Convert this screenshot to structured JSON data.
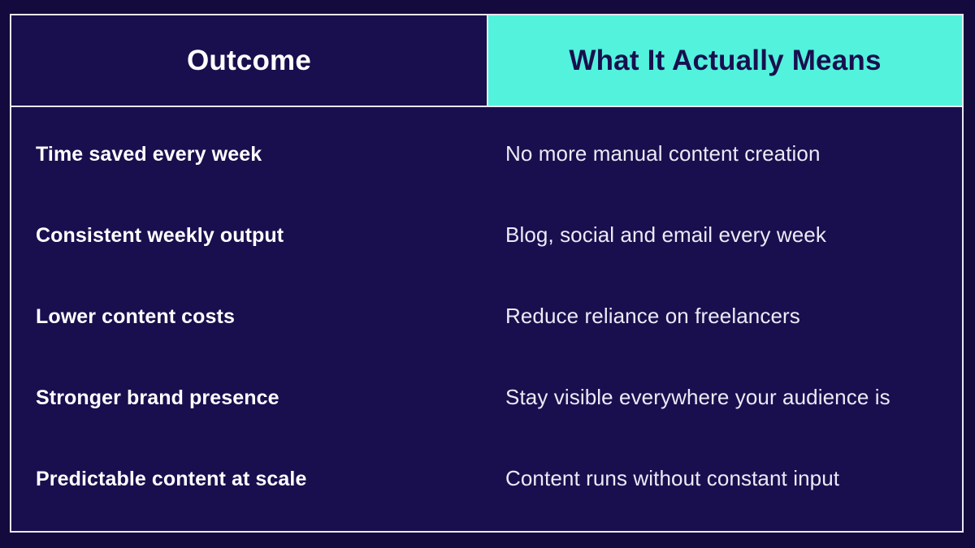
{
  "slide": {
    "background_color": "#150a3d",
    "table_border_color": "#e8e8f2",
    "accent_color": "#52f2dd",
    "panel_color": "#190f4e",
    "text_color": "#ffffff"
  },
  "table": {
    "headers": [
      {
        "label": "Outcome",
        "style": "dark"
      },
      {
        "label": "What It Actually Means",
        "style": "accent"
      }
    ],
    "rows": [
      {
        "outcome": "Time saved every week",
        "meaning": "No more manual content creation"
      },
      {
        "outcome": "Consistent weekly output",
        "meaning": "Blog, social and email every week"
      },
      {
        "outcome": "Lower content costs",
        "meaning": "Reduce reliance on freelancers"
      },
      {
        "outcome": "Stronger brand presence",
        "meaning": "Stay visible everywhere your audience is"
      },
      {
        "outcome": "Predictable content at scale",
        "meaning": "Content runs without constant input"
      }
    ]
  }
}
